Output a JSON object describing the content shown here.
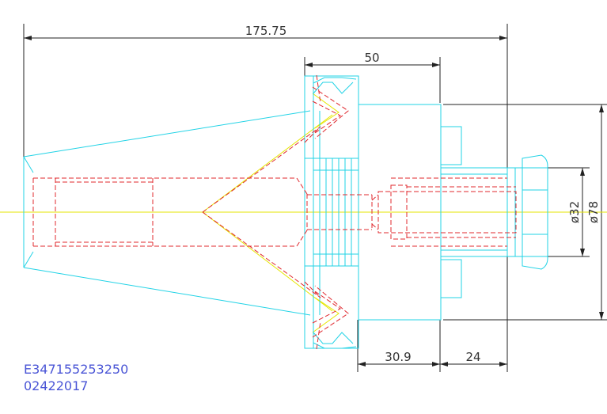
{
  "dimensions": {
    "overall_length": "175.75",
    "flange_width": "50",
    "body_length": "30.9",
    "shaft_length": "24",
    "small_diameter": "ø32",
    "large_diameter": "ø78"
  },
  "part_code": {
    "line1": "E347155253250",
    "line2": "02422017"
  },
  "colors": {
    "outline": "#22d3e6",
    "hidden": "#e0282e",
    "center": "#e6e600",
    "dimension": "#222222",
    "code": "#4a55d6"
  }
}
